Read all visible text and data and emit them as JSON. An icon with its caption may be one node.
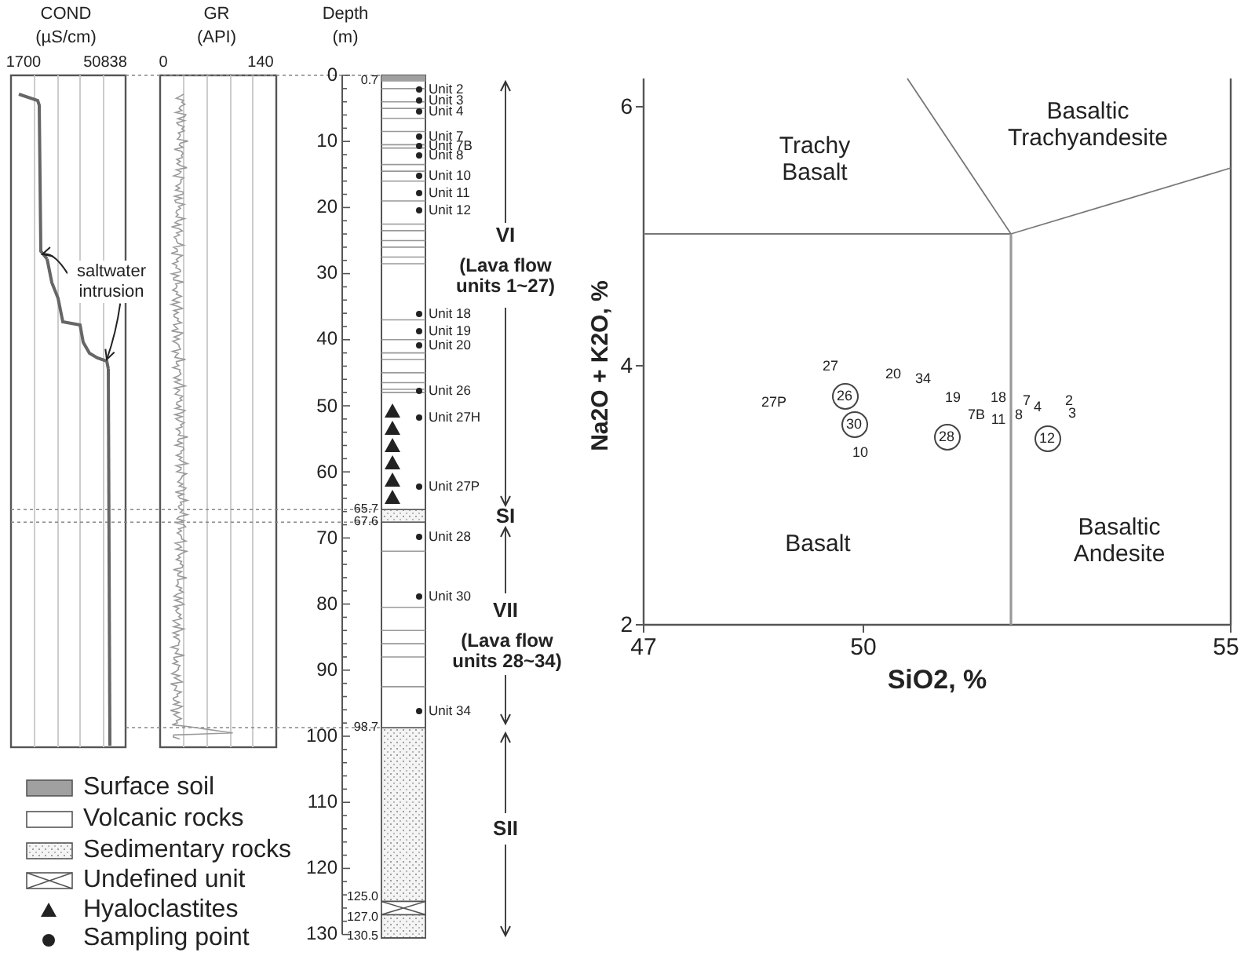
{
  "diagram": {
    "nodes": [
      {
        "text": [
          "saltwater intrusion"
        ]
      },
      {
        "text": [
          "26"
        ]
      },
      {
        "text": [
          "30"
        ]
      },
      {
        "text": [
          "28"
        ]
      },
      {
        "text": [
          "12"
        ]
      },
      {
        "text": [],
        "shape": "line"
      },
      {
        "text": [],
        "shape": "line"
      }
    ],
    "edges": [
      {
        "from": 0,
        "to": 5,
        "arrow": "to"
      },
      {
        "from": 0,
        "to": 6,
        "arrow": "to"
      }
    ],
    "labels": [
      "COND",
      "(µS/cm)",
      "1700",
      "50838",
      "GR",
      "(API)",
      "0",
      "140",
      "Depth",
      "(m)",
      "0",
      "10",
      "20",
      "30",
      "40",
      "50",
      "60",
      "70",
      "80",
      "90",
      "100",
      "110",
      "120",
      "130",
      "0.7",
      "65.7",
      "67.6",
      "98.7",
      "125.0",
      "127.0",
      "130.5",
      "Unit 2",
      "Unit 3",
      "Unit 4",
      "Unit 7",
      "Unit 7B",
      "Unit 8",
      "Unit 10",
      "Unit 11",
      "Unit 12",
      "Unit 18",
      "Unit 19",
      "Unit 20",
      "Unit 26",
      "Unit 27H",
      "Unit 27P",
      "Unit 28",
      "Unit 30",
      "Unit 34",
      "VI",
      "(Lava flow units 1~27)",
      "SI",
      "VII",
      "(Lava flow units 28~34)",
      "SII",
      "6",
      "4",
      "2",
      "47",
      "50",
      "55",
      "Na2O + K2O, %",
      "SiO2, %",
      "Trachy Basalt",
      "Basaltic Trachyandesite",
      "Basalt",
      "Basaltic Andesite",
      "27",
      "20",
      "34",
      "27P",
      "19",
      "18",
      "7",
      "4",
      "2",
      "7B",
      "11",
      "8",
      "3",
      "10"
    ],
    "legend": [
      {
        "text": "Surface soil",
        "color": "#a0a0a0"
      },
      {
        "text": "Volcanic rocks",
        "color": "#ffffff"
      },
      {
        "text": "Sedimentary rocks"
      },
      {
        "text": "Undefined unit"
      },
      {
        "text": "Hyaloclastites"
      },
      {
        "text": "Sampling point"
      }
    ]
  }
}
